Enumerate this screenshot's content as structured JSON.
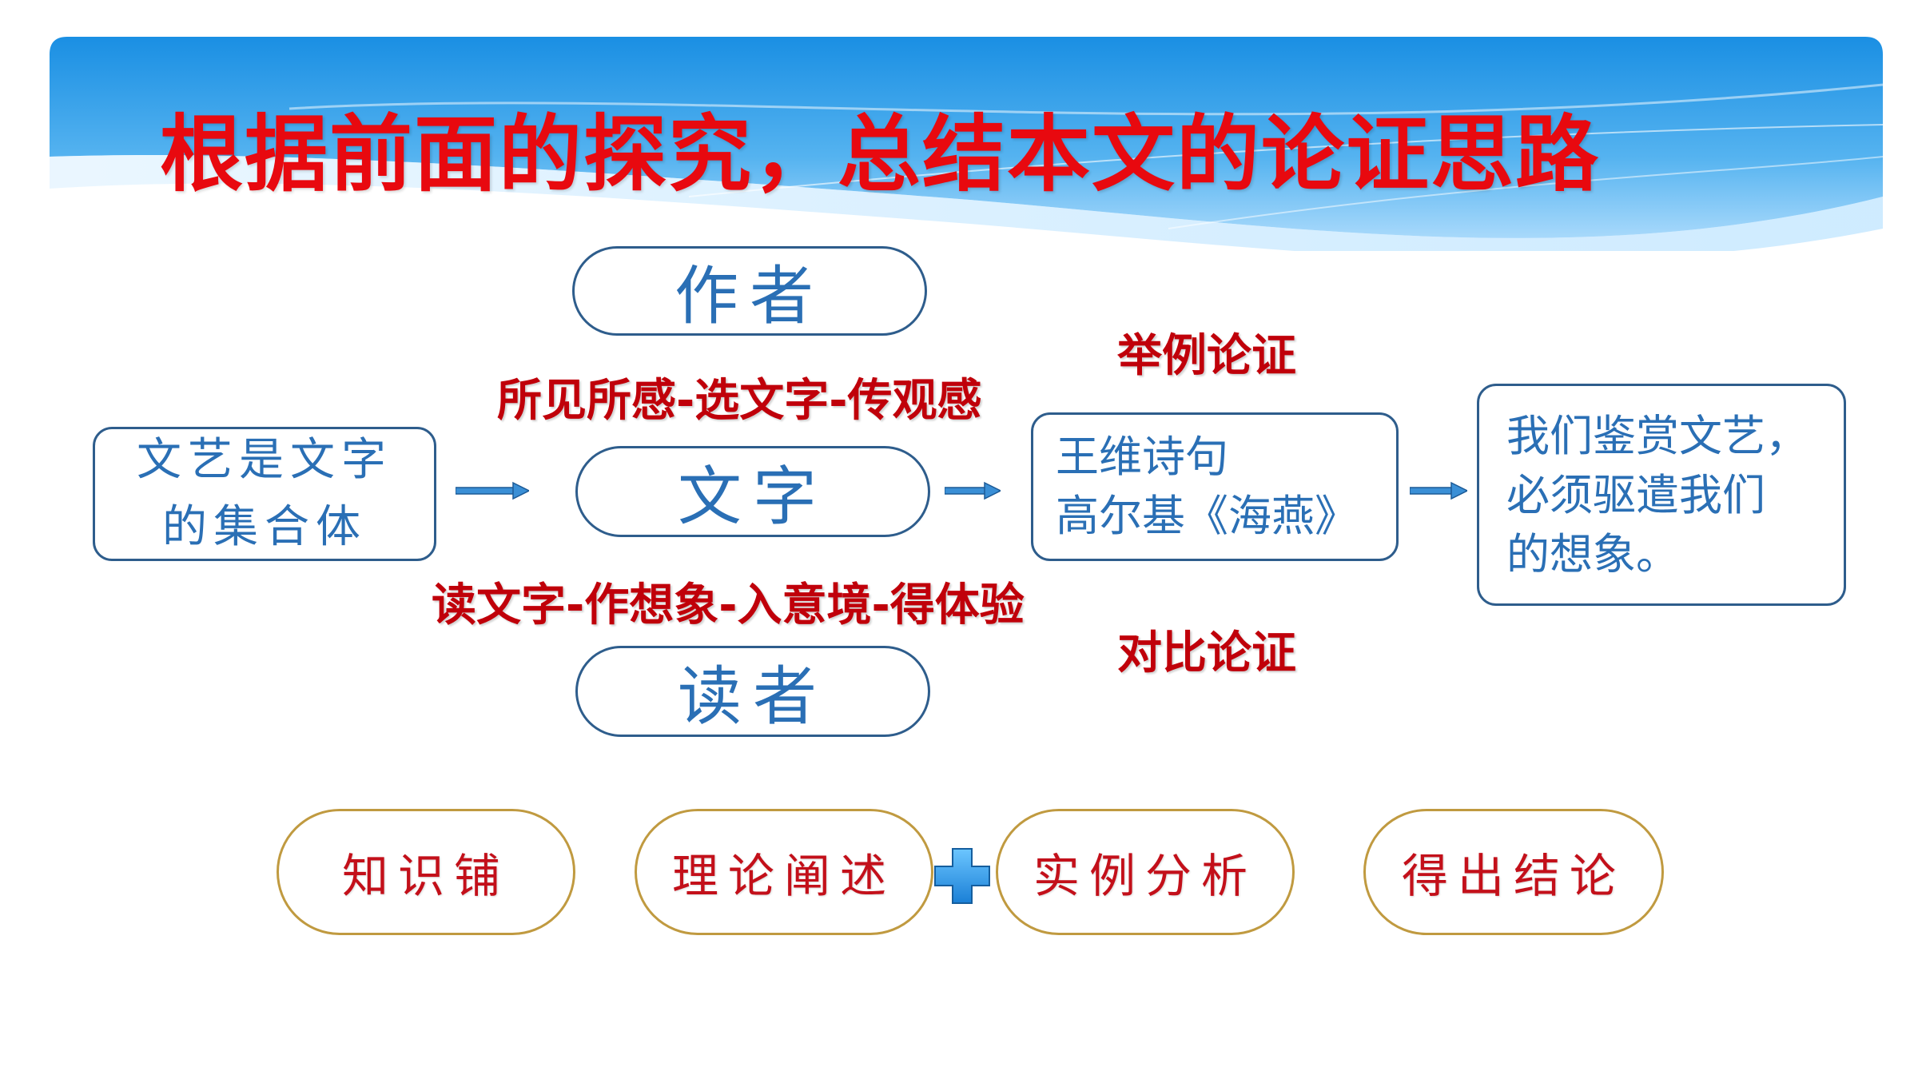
{
  "title": "根据前面的探究，总结本文的论证思路",
  "colors": {
    "title": "#e8090f",
    "accent_red": "#c0000a",
    "box_text": "#2a6fb5",
    "box_border": "#2e5d8c",
    "gold_border": "#c09a40",
    "banner_blue": "#1e90e0"
  },
  "nodes": {
    "author": "作者",
    "text": "文字",
    "reader": "读者",
    "thesis": [
      "文艺是文字",
      "的集合体"
    ],
    "examples": [
      "王维诗句",
      "高尔基《海燕》"
    ],
    "conclusion": [
      "我们鉴赏文艺，",
      "必须驱遣我们",
      "的想象。"
    ]
  },
  "labels": {
    "author_path": "所见所感-选文字-传观感",
    "reader_path": "读文字-作想象-入意境-得体验",
    "method_example": "举例论证",
    "method_contrast": "对比论证"
  },
  "structure": [
    "知识铺",
    "理论阐述",
    "实例分析",
    "得出结论"
  ],
  "icons": {
    "arrow": "right-arrow-icon",
    "plus": "plus-icon"
  }
}
